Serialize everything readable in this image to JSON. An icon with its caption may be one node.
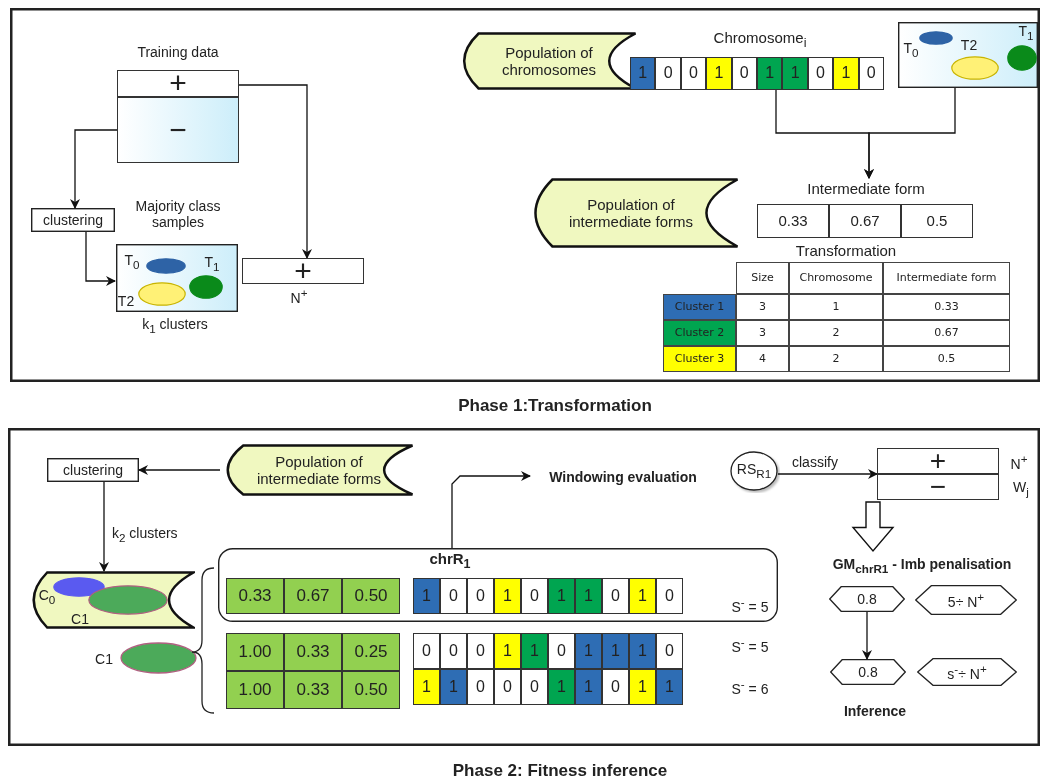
{
  "diagram": {
    "nodes": [
      {
        "text": [
          "Phase 1:Transformation"
        ]
      },
      {
        "text": [
          "Training data",
          "+",
          "−"
        ],
        "in": 0
      },
      {
        "text": [
          "clustering"
        ],
        "in": 0
      },
      {
        "text": [
          "Majority class samples",
          "T$_{0}$",
          "T$_{1}$",
          "T2"
        ],
        "beside": [
          "k$_{1}$ clusters"
        ],
        "in": 0
      },
      {
        "text": [
          "+"
        ],
        "beside": [
          "N$^{+}$"
        ],
        "in": 0
      },
      {
        "text": [
          "Population of chromosomes"
        ],
        "in": 0
      },
      {
        "text": [
          "Chromosome$_{i}$",
          "1",
          "0",
          "0",
          "1",
          "0",
          "1",
          "1",
          "0",
          "1",
          "0"
        ],
        "in": 0
      },
      {
        "text": [
          "T$_{0}$",
          "T2",
          "T$_{1}$"
        ],
        "in": 0
      },
      {
        "text": [
          "Intermediate form",
          "0.33",
          "0.67",
          "0.5"
        ],
        "in": 0
      },
      {
        "text": [
          "Population of intermediate forms"
        ],
        "in": 0
      },
      {
        "text": [
          "Phase 2: Fitness inference"
        ]
      },
      {
        "text": [
          "clustering"
        ],
        "in": 10
      },
      {
        "text": [
          "Population of intermediate forms"
        ],
        "in": 10
      },
      {
        "text": [
          "C$_{0}$",
          "C1"
        ],
        "in": 10
      },
      {
        "text": [],
        "shape": "ellipse",
        "beside": [
          "C1"
        ],
        "in": 10
      },
      {
        "text": [
          "chrR$_{1}$"
        ],
        "in": 10
      },
      {
        "text": [
          "0.33",
          "0.67",
          "0.50"
        ],
        "in": 15
      },
      {
        "text": [
          "1",
          "0",
          "0",
          "1",
          "0",
          "1",
          "1",
          "0",
          "1",
          "0"
        ],
        "beside": [
          "S$^{-}$ = 5"
        ],
        "in": 15
      },
      {
        "text": [
          "1.00",
          "0.33",
          "0.25"
        ],
        "in": 10
      },
      {
        "text": [
          "1.00",
          "0.33",
          "0.50"
        ],
        "in": 10
      },
      {
        "text": [
          "0",
          "0",
          "0",
          "1",
          "1",
          "0",
          "1",
          "1",
          "1",
          "0"
        ],
        "beside": [
          "S$^{-}$ = 5"
        ],
        "in": 10
      },
      {
        "text": [
          "1",
          "1",
          "0",
          "0",
          "0",
          "1",
          "1",
          "0",
          "1",
          "1"
        ],
        "beside": [
          "S$^{-}$ = 6"
        ],
        "in": 10
      },
      {
        "text": [
          "Windowing evaluation"
        ],
        "in": 10
      },
      {
        "text": [
          "RS$_{R1}$"
        ],
        "in": 10
      },
      {
        "text": [
          "+",
          "−"
        ],
        "beside": [
          "N$^{+}$",
          "W$_{j}$"
        ],
        "in": 10
      },
      {
        "text": [
          "GM$_{chrR1}$ - Imb penalisation"
        ],
        "in": 10
      },
      {
        "text": [
          "0.8"
        ],
        "in": 10
      },
      {
        "text": [
          "5÷ N$^{+}$"
        ],
        "in": 10
      },
      {
        "text": [
          "0.8"
        ],
        "in": 10
      },
      {
        "text": [
          "s$^{-}$÷ N$^{+}$"
        ],
        "in": 10
      }
    ],
    "edges": [
      {
        "from": 1,
        "to": 2,
        "arrow": "to"
      },
      {
        "from": 2,
        "to": 3,
        "arrow": "to"
      },
      {
        "from": 1,
        "to": 4,
        "arrow": "to"
      },
      {
        "from": 6,
        "to": 8,
        "arrow": "to"
      },
      {
        "from": 7,
        "to": 8,
        "arrow": "to"
      },
      {
        "from": 12,
        "to": 11,
        "arrow": "to"
      },
      {
        "from": 11,
        "to": 13,
        "arrow": "to",
        "label": "k$_{2}$ clusters"
      },
      {
        "from": 15,
        "to": 22,
        "arrow": "to"
      },
      {
        "from": 23,
        "to": 24,
        "arrow": "to",
        "label": "classify"
      },
      {
        "from": 24,
        "to": 25,
        "arrow": "to",
        "style": "thick"
      },
      {
        "from": 26,
        "to": 28,
        "arrow": "to"
      }
    ],
    "labels": [
      "Transformation",
      "Size",
      "Chromosome",
      "Intermediate form",
      "Cluster 1",
      "3",
      "1",
      "0.33",
      "Cluster 2",
      "3",
      "2",
      "0.67",
      "Cluster 3",
      "4",
      "2",
      "0.5",
      "Inference"
    ]
  }
}
